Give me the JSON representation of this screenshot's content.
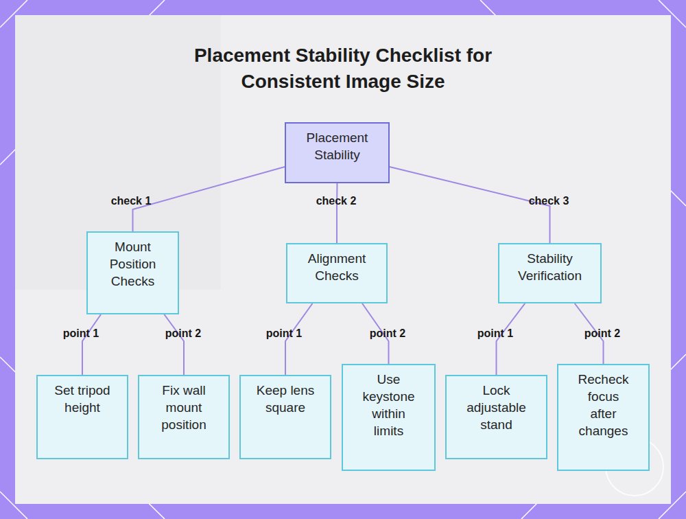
{
  "diagram": {
    "title": "Placement Stability Checklist for Consistent Image Size",
    "nodes": [
      {
        "text": [
          "Placement Stability"
        ]
      },
      {
        "text": [
          "Mount Position Checks"
        ]
      },
      {
        "text": [
          "Alignment Checks"
        ]
      },
      {
        "text": [
          "Stability Verification"
        ]
      },
      {
        "text": [
          "Set tripod height"
        ]
      },
      {
        "text": [
          "Fix wall mount position"
        ]
      },
      {
        "text": [
          "Keep lens square"
        ]
      },
      {
        "text": [
          "Use keystone within limits"
        ]
      },
      {
        "text": [
          "Lock adjustable stand"
        ]
      },
      {
        "text": [
          "Recheck focus after changes"
        ]
      }
    ],
    "edges": [
      {
        "from": 0,
        "to": 1,
        "label": "check 1",
        "arrow": "none"
      },
      {
        "from": 0,
        "to": 2,
        "label": "check 2",
        "arrow": "none"
      },
      {
        "from": 0,
        "to": 3,
        "label": "check 3",
        "arrow": "none"
      },
      {
        "from": 1,
        "to": 4,
        "label": "point 1",
        "arrow": "none"
      },
      {
        "from": 1,
        "to": 5,
        "label": "point 2",
        "arrow": "none"
      },
      {
        "from": 2,
        "to": 6,
        "label": "point 1",
        "arrow": "none"
      },
      {
        "from": 2,
        "to": 7,
        "label": "point 2",
        "arrow": "none"
      },
      {
        "from": 3,
        "to": 8,
        "label": "point 1",
        "arrow": "none"
      },
      {
        "from": 3,
        "to": 9,
        "label": "point 2",
        "arrow": "none"
      }
    ]
  }
}
